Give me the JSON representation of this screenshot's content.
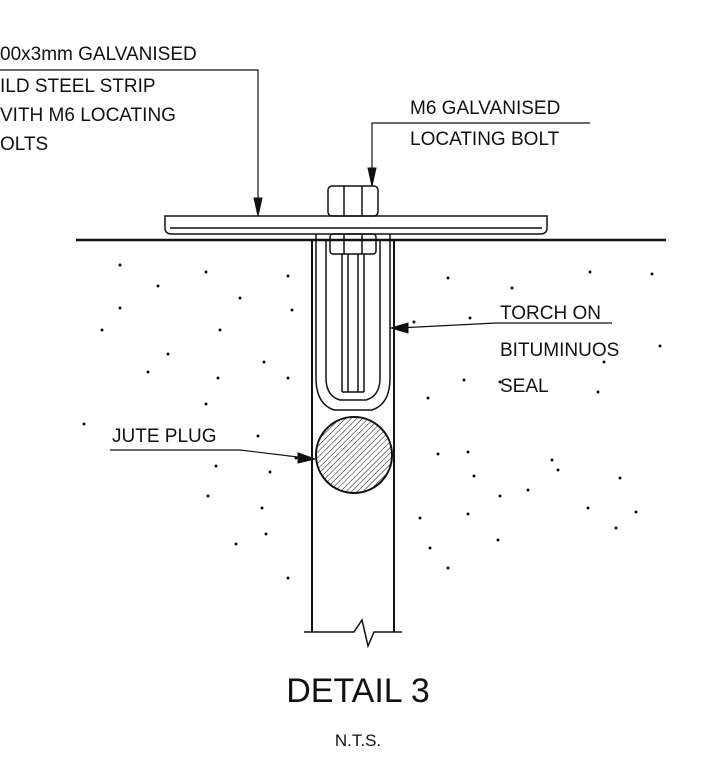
{
  "labels": {
    "strip": [
      "00x3mm GALVANISED",
      "ILD STEEL STRIP",
      "VITH M6 LOCATING",
      "OLTS"
    ],
    "bolt": [
      "M6 GALVANISED",
      "LOCATING BOLT"
    ],
    "seal": [
      "TORCH ON",
      "BITUMINUOS",
      "SEAL"
    ],
    "plug": "JUTE PLUG"
  },
  "title": "DETAIL 3",
  "scale": "N.T.S.",
  "colors": {
    "line": "#111111",
    "background": "#ffffff"
  }
}
